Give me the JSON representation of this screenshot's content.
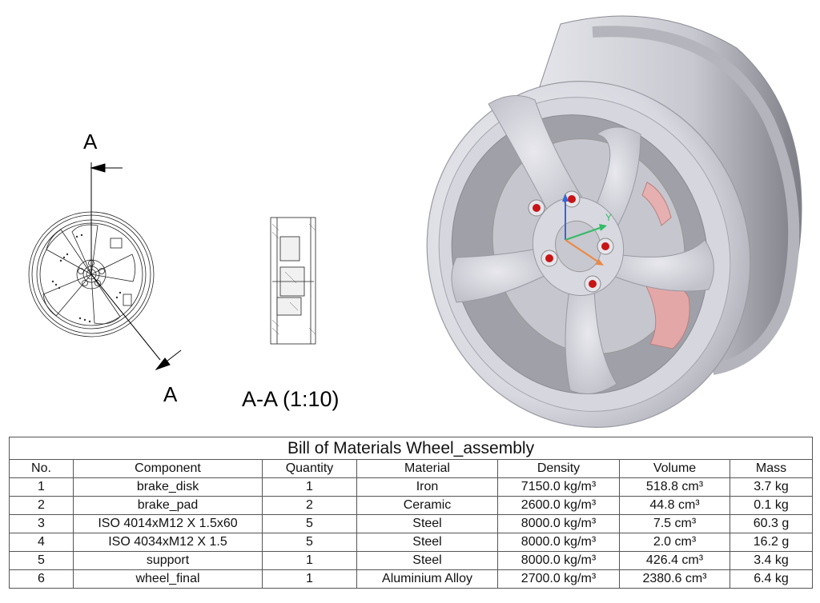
{
  "drawing": {
    "section_marker_top": "A",
    "section_marker_bottom": "A",
    "section_view_label": "A-A (1:10)",
    "triad": {
      "y_axis_label": "Y"
    }
  },
  "bom": {
    "title": "Bill of Materials Wheel_assembly",
    "headers": [
      "No.",
      "Component",
      "Quantity",
      "Material",
      "Density",
      "Volume",
      "Mass"
    ],
    "rows": [
      [
        "1",
        "brake_disk",
        "1",
        "Iron",
        "7150.0 kg/m³",
        "518.8 cm³",
        "3.7 kg"
      ],
      [
        "2",
        "brake_pad",
        "2",
        "Ceramic",
        "2600.0 kg/m³",
        "44.8 cm³",
        "0.1 kg"
      ],
      [
        "3",
        "ISO 4014xM12 X 1.5x60",
        "5",
        "Steel",
        "8000.0 kg/m³",
        "7.5 cm³",
        "60.3 g"
      ],
      [
        "4",
        "ISO 4034xM12 X 1.5",
        "5",
        "Steel",
        "8000.0 kg/m³",
        "2.0 cm³",
        "16.2 g"
      ],
      [
        "5",
        "support",
        "1",
        "Steel",
        "8000.0 kg/m³",
        "426.4 cm³",
        "3.4 kg"
      ],
      [
        "6",
        "wheel_final",
        "1",
        "Aluminium Alloy",
        "2700.0 kg/m³",
        "2380.6 cm³",
        "6.4 kg"
      ]
    ]
  },
  "colors": {
    "rim_light": "#e4e4ec",
    "rim_mid": "#c4c4cc",
    "rim_dark": "#8f8f97",
    "brake_pad": "#e6a8a8",
    "bolt_red": "#c81414",
    "triad_x": "#ee8844",
    "triad_y": "#33bb66",
    "triad_z": "#3366dd"
  }
}
